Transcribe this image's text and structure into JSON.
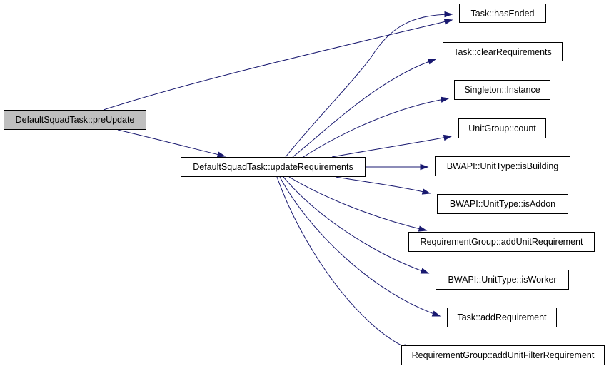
{
  "colors": {
    "edge": "#191970",
    "node_border": "#000000",
    "root_fill": "#bfbfbf",
    "node_fill": "#ffffff"
  },
  "nodes": {
    "pre_update": "DefaultSquadTask::preUpdate",
    "update_requirements": "DefaultSquadTask::updateRequirements",
    "has_ended": "Task::hasEnded",
    "clear_requirements": "Task::clearRequirements",
    "singleton_instance": "Singleton::Instance",
    "unitgroup_count": "UnitGroup::count",
    "is_building": "BWAPI::UnitType::isBuilding",
    "is_addon": "BWAPI::UnitType::isAddon",
    "add_unit_requirement": "RequirementGroup::addUnitRequirement",
    "is_worker": "BWAPI::UnitType::isWorker",
    "add_requirement": "Task::addRequirement",
    "add_unit_filter_requirement": "RequirementGroup::addUnitFilterRequirement"
  },
  "edges": [
    {
      "from": "pre_update",
      "to": "has_ended"
    },
    {
      "from": "pre_update",
      "to": "update_requirements"
    },
    {
      "from": "update_requirements",
      "to": "has_ended"
    },
    {
      "from": "update_requirements",
      "to": "clear_requirements"
    },
    {
      "from": "update_requirements",
      "to": "singleton_instance"
    },
    {
      "from": "update_requirements",
      "to": "unitgroup_count"
    },
    {
      "from": "update_requirements",
      "to": "is_building"
    },
    {
      "from": "update_requirements",
      "to": "is_addon"
    },
    {
      "from": "update_requirements",
      "to": "add_unit_requirement"
    },
    {
      "from": "update_requirements",
      "to": "is_worker"
    },
    {
      "from": "update_requirements",
      "to": "add_requirement"
    },
    {
      "from": "update_requirements",
      "to": "add_unit_filter_requirement"
    }
  ]
}
